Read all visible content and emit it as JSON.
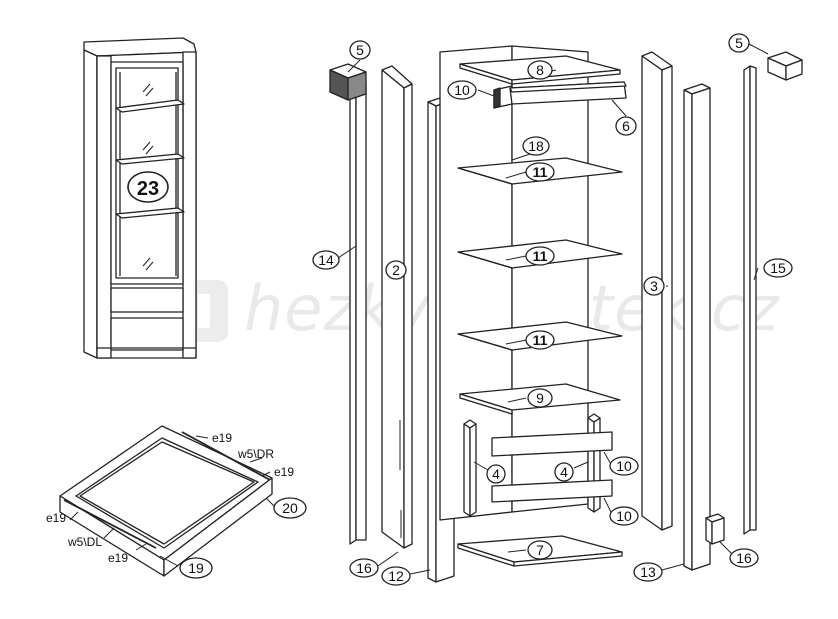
{
  "watermark": {
    "text": "hezkynabytek.cz"
  },
  "parts": {
    "p23": "23",
    "p5a": "5",
    "p5b": "5",
    "p8": "8",
    "p10a": "10",
    "p10b": "10",
    "p10c": "10",
    "p6": "6",
    "p18": "18",
    "p11a": "11",
    "p11b": "11",
    "p11c": "11",
    "p9": "9",
    "p4a": "4",
    "p4b": "4",
    "p7": "7",
    "p2": "2",
    "p3": "3",
    "p14": "14",
    "p15": "15",
    "p16a": "16",
    "p16b": "16",
    "p12": "12",
    "p13": "13",
    "p20": "20",
    "p19": "19"
  },
  "hardware": {
    "e19a": "e19",
    "w5dr": "w5\\DR",
    "e19b": "e19",
    "e19c": "e19",
    "w5dl": "w5\\DL",
    "e19d": "e19"
  }
}
